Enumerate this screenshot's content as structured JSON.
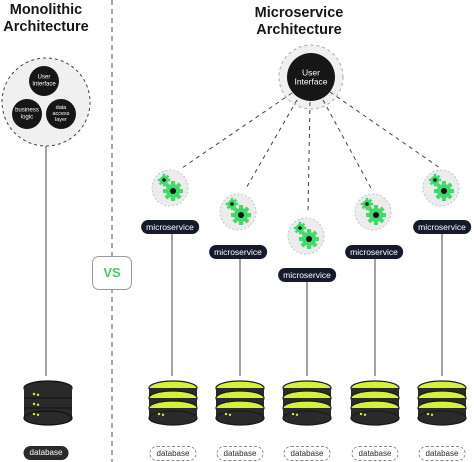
{
  "titles": {
    "monolithic": "Monolithic\nArchitecture",
    "microservice": "Microservice\nArchitecture"
  },
  "monolith": {
    "nodes": [
      "User\nInterface",
      "business\nlogic",
      "data\naccess\nlayer"
    ],
    "database_label": "database"
  },
  "vs_label": "VS",
  "micro": {
    "ui_label": "User\nInterface",
    "service_label": "microservice",
    "database_label": "database"
  },
  "colors": {
    "accent_green": "#d4f23a",
    "gear_green": "#3ddc6a",
    "dark": "#151a2c",
    "vs_green": "#4ec86a"
  }
}
